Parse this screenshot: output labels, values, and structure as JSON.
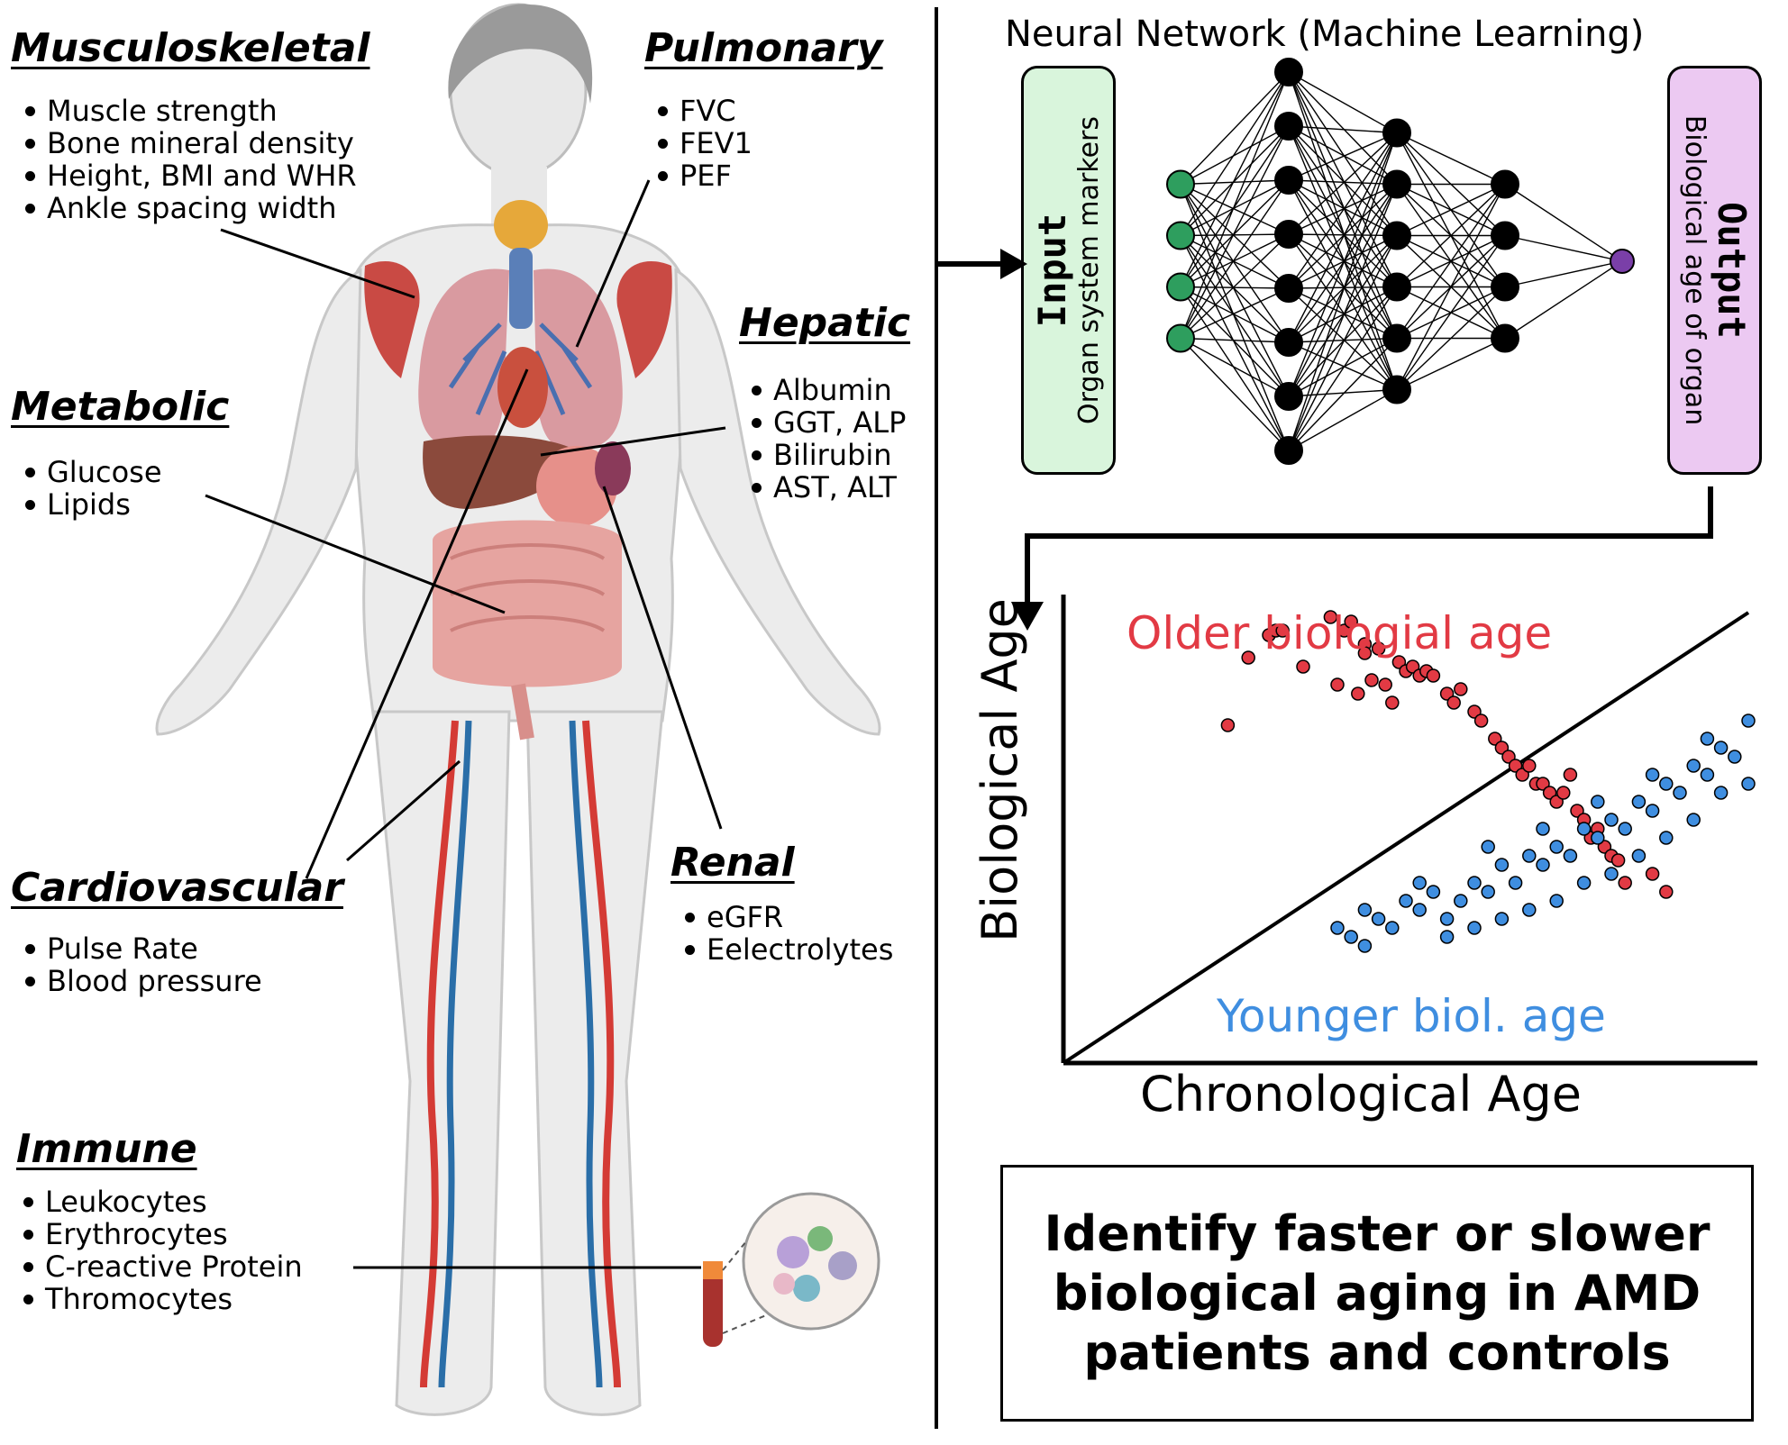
{
  "body_systems": {
    "musculoskeletal": {
      "title": "Musculoskeletal",
      "items": [
        "Muscle strength",
        "Bone mineral density",
        "Height, BMI and WHR",
        "Ankle spacing width"
      ]
    },
    "pulmonary": {
      "title": "Pulmonary",
      "items": [
        "FVC",
        "FEV1",
        "PEF"
      ]
    },
    "hepatic": {
      "title": "Hepatic",
      "items": [
        "Albumin",
        "GGT, ALP",
        "Bilirubin",
        "AST, ALT"
      ]
    },
    "metabolic": {
      "title": "Metabolic",
      "items": [
        "Glucose",
        "Lipids"
      ]
    },
    "cardiovascular": {
      "title": "Cardiovascular",
      "items": [
        "Pulse Rate",
        "Blood pressure"
      ]
    },
    "renal": {
      "title": "Renal",
      "items": [
        "eGFR",
        "Eelectrolytes"
      ]
    },
    "immune": {
      "title": "Immune",
      "items": [
        "Leukocytes",
        "Erythrocytes",
        "C-reactive Protein",
        "Thromocytes"
      ]
    }
  },
  "network": {
    "title": "Neural Network (Machine Learning)",
    "input": {
      "label": "Input",
      "sublabel": "Organ system markers"
    },
    "output": {
      "label": "Output",
      "sublabel": "Biological age of organ"
    },
    "layer_sizes": [
      4,
      8,
      6,
      4,
      1
    ],
    "colors": {
      "input": "#2e9e5e",
      "hidden": "#000000",
      "output": "#7a3fa8",
      "input_box": "#d9f5dc",
      "output_box": "#ecc9f2"
    }
  },
  "chart_data": {
    "type": "scatter",
    "xlabel": "Chronological Age",
    "ylabel": "Biological Age",
    "xlim": [
      0,
      100
    ],
    "ylim": [
      0,
      100
    ],
    "identity_line": true,
    "annotations": {
      "older": "Older biologial age",
      "younger": "Younger biol. age"
    },
    "series": [
      {
        "color": "#e23a44",
        "points": [
          [
            24,
            75
          ],
          [
            27,
            90
          ],
          [
            30,
            95
          ],
          [
            31,
            96
          ],
          [
            32,
            96
          ],
          [
            35,
            88
          ],
          [
            39,
            99
          ],
          [
            40,
            84
          ],
          [
            41,
            96
          ],
          [
            42,
            98
          ],
          [
            43,
            82
          ],
          [
            44,
            93
          ],
          [
            44,
            91
          ],
          [
            45,
            85
          ],
          [
            46,
            92
          ],
          [
            47,
            84
          ],
          [
            48,
            80
          ],
          [
            49,
            89
          ],
          [
            50,
            87
          ],
          [
            51,
            88
          ],
          [
            52,
            86
          ],
          [
            53,
            87
          ],
          [
            54,
            86
          ],
          [
            56,
            82
          ],
          [
            57,
            80
          ],
          [
            58,
            83
          ],
          [
            60,
            78
          ],
          [
            61,
            76
          ],
          [
            63,
            72
          ],
          [
            64,
            70
          ],
          [
            65,
            68
          ],
          [
            66,
            66
          ],
          [
            67,
            64
          ],
          [
            68,
            66
          ],
          [
            69,
            62
          ],
          [
            70,
            62
          ],
          [
            71,
            60
          ],
          [
            72,
            58
          ],
          [
            73,
            60
          ],
          [
            74,
            64
          ],
          [
            75,
            56
          ],
          [
            76,
            54
          ],
          [
            77,
            50
          ],
          [
            78,
            52
          ],
          [
            79,
            48
          ],
          [
            80,
            46
          ],
          [
            81,
            45
          ],
          [
            82,
            40
          ],
          [
            86,
            42
          ],
          [
            88,
            38
          ]
        ]
      },
      {
        "color": "#3f8ee0",
        "points": [
          [
            40,
            30
          ],
          [
            42,
            28
          ],
          [
            44,
            26
          ],
          [
            46,
            32
          ],
          [
            48,
            30
          ],
          [
            50,
            36
          ],
          [
            52,
            34
          ],
          [
            54,
            38
          ],
          [
            56,
            32
          ],
          [
            58,
            36
          ],
          [
            60,
            40
          ],
          [
            62,
            38
          ],
          [
            64,
            44
          ],
          [
            66,
            40
          ],
          [
            68,
            46
          ],
          [
            70,
            44
          ],
          [
            72,
            48
          ],
          [
            74,
            46
          ],
          [
            76,
            52
          ],
          [
            78,
            50
          ],
          [
            80,
            54
          ],
          [
            82,
            52
          ],
          [
            84,
            58
          ],
          [
            86,
            56
          ],
          [
            88,
            62
          ],
          [
            90,
            60
          ],
          [
            92,
            66
          ],
          [
            94,
            64
          ],
          [
            96,
            70
          ],
          [
            98,
            68
          ],
          [
            56,
            28
          ],
          [
            60,
            30
          ],
          [
            64,
            32
          ],
          [
            68,
            34
          ],
          [
            72,
            36
          ],
          [
            76,
            40
          ],
          [
            80,
            42
          ],
          [
            84,
            46
          ],
          [
            88,
            50
          ],
          [
            92,
            54
          ],
          [
            96,
            60
          ],
          [
            100,
            62
          ],
          [
            44,
            34
          ],
          [
            52,
            40
          ],
          [
            62,
            48
          ],
          [
            70,
            52
          ],
          [
            78,
            58
          ],
          [
            86,
            64
          ],
          [
            94,
            72
          ],
          [
            100,
            76
          ]
        ]
      }
    ]
  },
  "conclusion": "Identify faster or slower biological aging in AMD patients and controls"
}
